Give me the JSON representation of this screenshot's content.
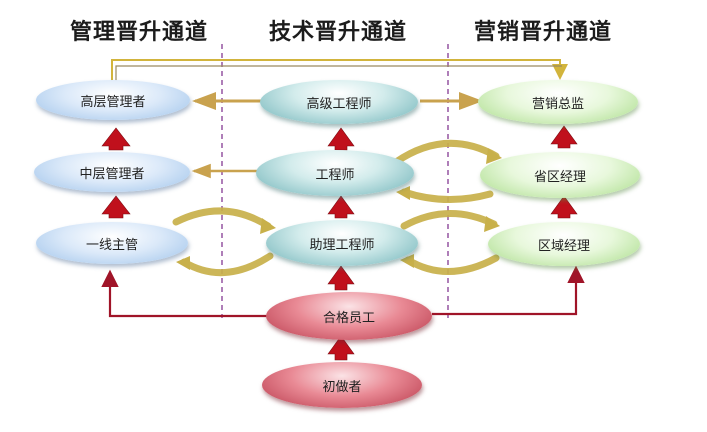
{
  "headers": {
    "management": "管理晋升通道",
    "technical": "技术晋升通道",
    "marketing": "营销晋升通道"
  },
  "nodes": {
    "senior_manager": "高层管理者",
    "middle_manager": "中层管理者",
    "frontline_supervisor": "一线主管",
    "senior_engineer": "高级工程师",
    "engineer": "工程师",
    "assistant_engineer": "助理工程师",
    "marketing_director": "营销总监",
    "provincial_manager": "省区经理",
    "regional_manager": "区域经理",
    "qualified_employee": "合格员工",
    "beginner": "初做者"
  },
  "colors": {
    "up_arrow": "#c0101c",
    "side_arrow": "#d4b062",
    "loop_arrow": "#c8b04a",
    "divider": "#7a2a8a",
    "top_connector_left": "#b09040",
    "top_connector_right": "#d2b43c",
    "bottom_connector": "#a01428"
  }
}
